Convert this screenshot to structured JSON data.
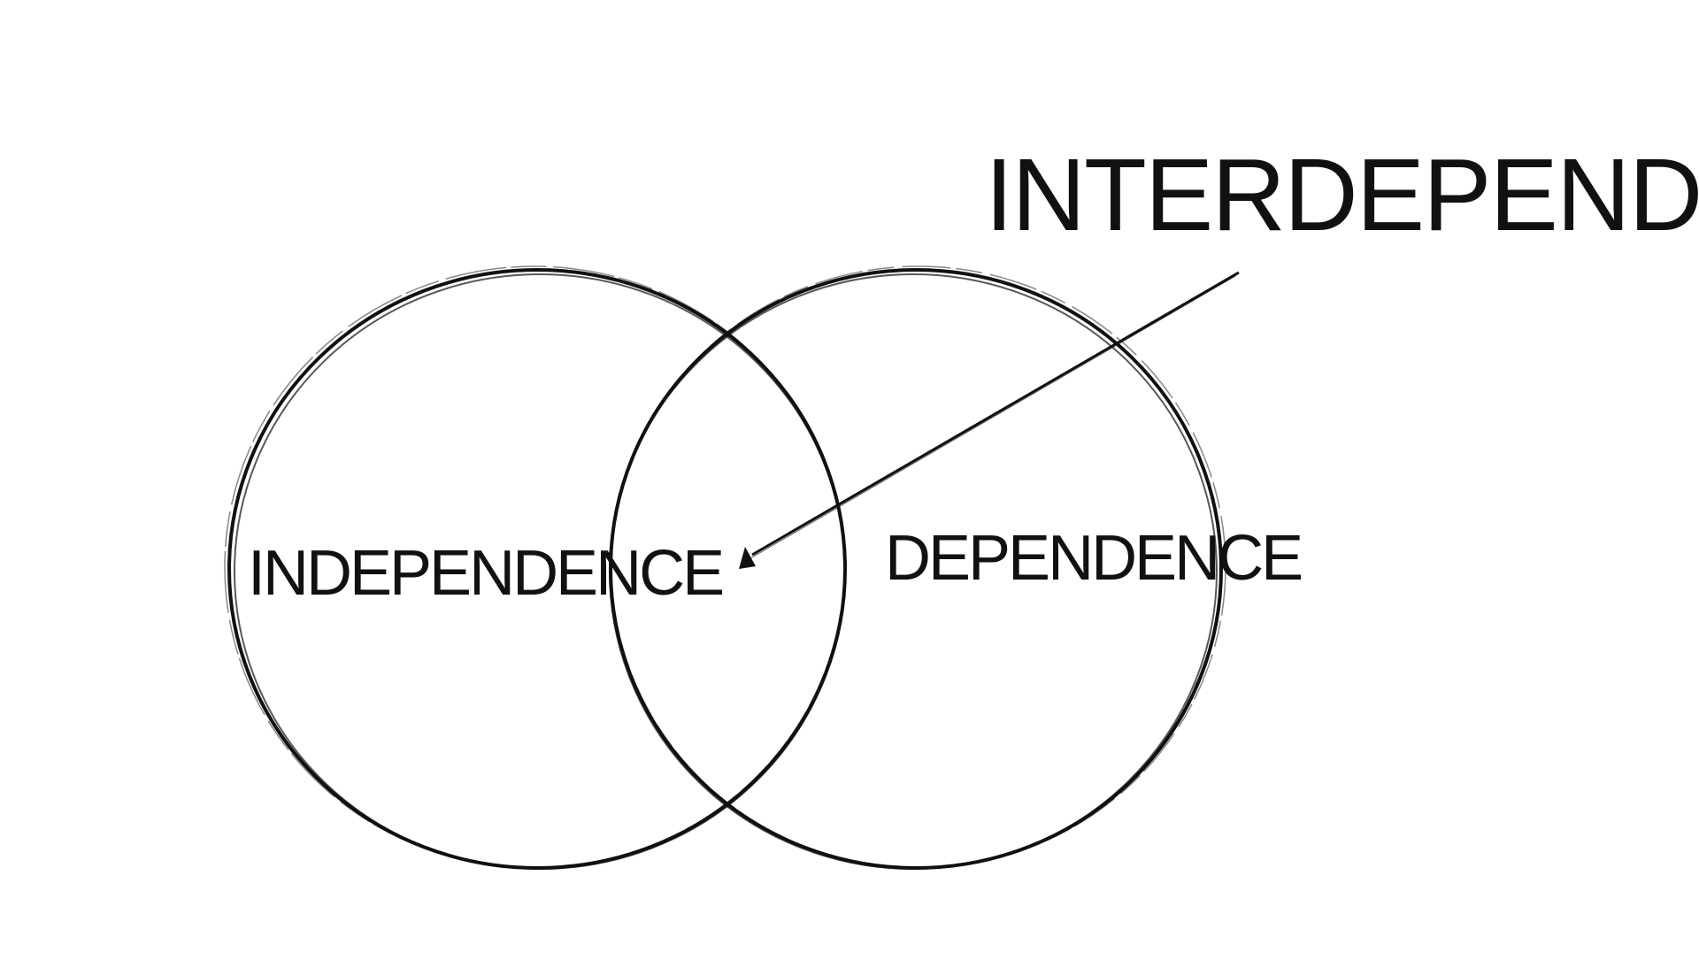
{
  "diagram": {
    "type": "venn",
    "title": "INTERDEPENDENCE",
    "sets": [
      {
        "label": "INDEPENDENCE"
      },
      {
        "label": "DEPENDENCE"
      }
    ],
    "intersection_label": "INTERDEPENDENCE",
    "colors": {
      "background": "#ffffff",
      "ink": "#111111"
    }
  }
}
